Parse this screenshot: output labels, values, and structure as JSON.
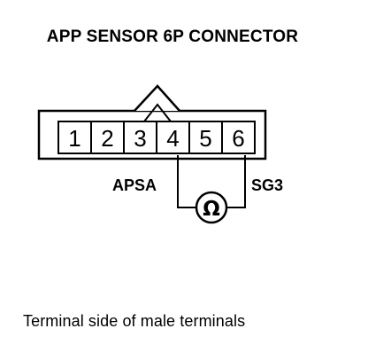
{
  "title": "APP SENSOR 6P CONNECTOR",
  "connector": {
    "pins": [
      "1",
      "2",
      "3",
      "4",
      "5",
      "6"
    ]
  },
  "probe_labels": {
    "left": "APSA",
    "right": "SG3"
  },
  "meter": {
    "symbol": "Ω",
    "icon": "ohmmeter-icon"
  },
  "caption": "Terminal side of male terminals"
}
